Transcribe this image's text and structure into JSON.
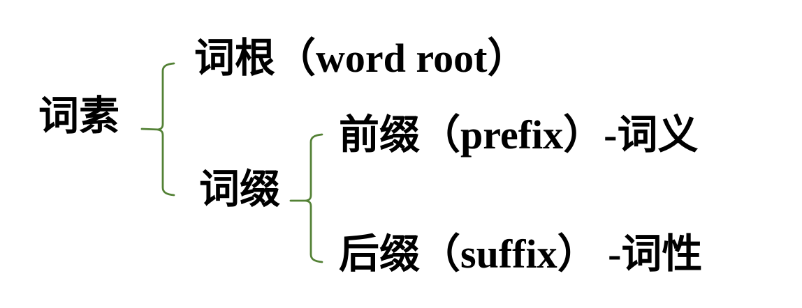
{
  "tree": {
    "root": {
      "label": "词素"
    },
    "children": [
      {
        "label": "词根（word root）"
      },
      {
        "label": "词缀",
        "children": [
          {
            "label": "前缀（prefix）-词义"
          },
          {
            "label": "后缀（suffix） -词性"
          }
        ]
      }
    ]
  },
  "colors": {
    "brace": "#538135",
    "text": "#000000",
    "background": "#ffffff"
  }
}
